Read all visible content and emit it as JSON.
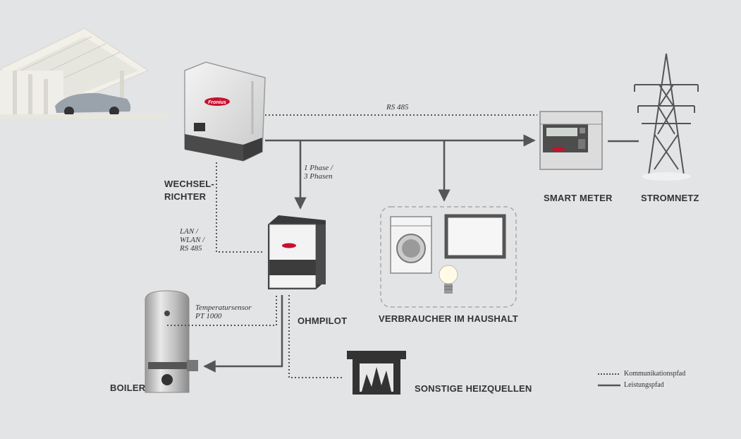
{
  "labels": {
    "inverter": [
      "WECHSEL-",
      "RICHTER"
    ],
    "smart_meter": "SMART METER",
    "grid": "STROMNETZ",
    "ohmpilot": "OHMPILOT",
    "household": "VERBRAUCHER IM HAUSHALT",
    "boiler": "BOILER",
    "other_heat": "SONSTIGE HEIZQUELLEN"
  },
  "annotations": {
    "rs485": "RS 485",
    "phase": [
      "1 Phase /",
      "3 Phasen"
    ],
    "comm": [
      "LAN /",
      "WLAN /",
      "RS 485"
    ],
    "temp_sensor": [
      "Temperatursensor",
      "PT 1000"
    ]
  },
  "legend": {
    "communication": "Kommunikationspfad",
    "power": "Leistungspfad"
  },
  "brand": "Fronius",
  "colors": {
    "background": "#e3e4e5",
    "line": "#555555",
    "text": "#333333",
    "brand_red": "#c8102e"
  }
}
